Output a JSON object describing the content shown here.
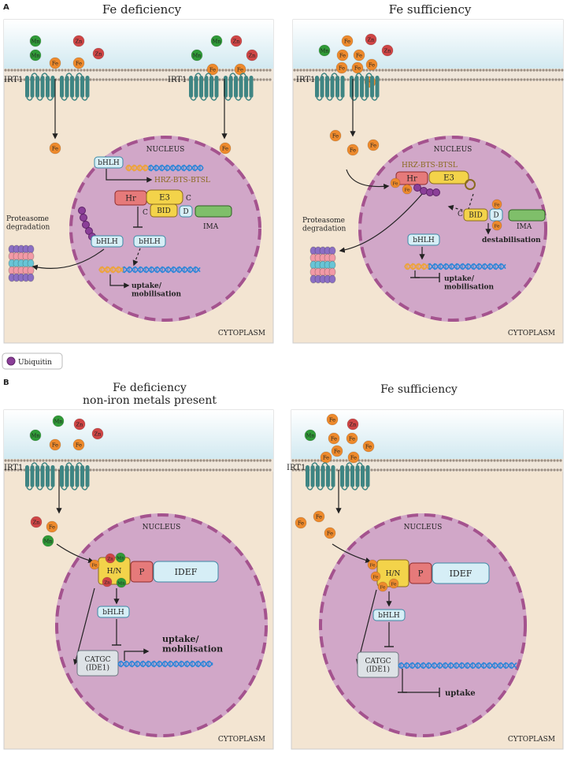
{
  "section_labels": {
    "a": "A",
    "b": "B"
  },
  "panels": {
    "a_left": {
      "title": "Fe deficiency",
      "ions": [
        "Mn",
        "Zn",
        "Mn",
        "Fe",
        "Zn",
        "Fe",
        "Mn",
        "Zn",
        "Mn",
        "Zn",
        "Fe",
        "Fe"
      ],
      "transporter": "IRT1",
      "inside_ion": "Fe",
      "nucleus": "NUCLEUS",
      "cytoplasm": "CYTOPLASM",
      "proteasome": "Proteasome\ndegradation",
      "bhlh_top": "bHLH",
      "hrz": "HRZ-BTS-BTSL",
      "hr": "Hr",
      "e3": "E3",
      "c1": "C",
      "c2": "C",
      "bid": "BID",
      "d": "D",
      "ima": "IMA",
      "bhlh_degraded": "bHLH",
      "bhlh_free": "bHLH",
      "uptake": "uptake/\nmobilisation"
    },
    "a_right": {
      "title": "Fe sufficiency",
      "ions": [
        "Fe",
        "Zn",
        "Mn",
        "Fe",
        "Fe",
        "Zn",
        "Fe",
        "Fe",
        "Fe",
        "Fe"
      ],
      "transporter": "IRT1",
      "inside_ions": [
        "Fe",
        "Fe",
        "Fe"
      ],
      "nucleus": "NUCLEUS",
      "cytoplasm": "CYTOPLASM",
      "proteasome": "Proteasome\ndegradation",
      "hrz": "HRZ-BTS-BTSL",
      "hr": "Hr",
      "e3": "E3",
      "fe_on_hr": [
        "Fe",
        "Fe"
      ],
      "c": "C",
      "bid": "BID",
      "d": "D",
      "fe_on_d": [
        "Fe",
        "Fe"
      ],
      "ima": "IMA",
      "destab": "destabilisation",
      "bhlh": "bHLH",
      "uptake": "uptake/\nmobilisation"
    },
    "legend": {
      "label": "Ubiquitin"
    },
    "b_left": {
      "title": "Fe deficiency\nnon-iron metals present",
      "ions": [
        "Mn",
        "Zn",
        "Zn",
        "Mn",
        "Fe",
        "Fe"
      ],
      "transporter": "IRT1",
      "inside_ions": [
        "Zn",
        "Fe",
        "Mn"
      ],
      "nucleus": "NUCLEUS",
      "cytoplasm": "CYTOPLASM",
      "hn": "H/N",
      "hn_ions": [
        "Fe",
        "Zn",
        "Mn",
        "Zn",
        "Mn"
      ],
      "p": "P",
      "idef": "IDEF",
      "bhlh": "bHLH",
      "catgc": "CATGC\n(IDE1)",
      "uptake": "uptake/\nmobilisation"
    },
    "b_right": {
      "title": "Fe sufficiency",
      "ions": [
        "Fe",
        "Zn",
        "Mn",
        "Fe",
        "Fe",
        "Fe",
        "Fe",
        "Fe",
        "Fe"
      ],
      "transporter": "IRT1",
      "inside_ions": [
        "Fe",
        "Fe",
        "Fe"
      ],
      "nucleus": "NUCLEUS",
      "cytoplasm": "CYTOPLASM",
      "hn": "H/N",
      "hn_ions": [
        "Fe",
        "Fe",
        "Fe",
        "Fe"
      ],
      "p": "P",
      "idef": "IDEF",
      "bhlh": "bHLH",
      "catgc": "CATGC\n(IDE1)",
      "uptake": "uptake"
    }
  },
  "colors": {
    "fe": "#ee8a2c",
    "zn": "#cf4545",
    "mn": "#2f9a37",
    "extracellular": "#d7ecf2",
    "cytoplasm": "#f3e5d2",
    "nucleus": "#d1a7c8",
    "nucleus_edge": "#a4538e",
    "irt1": "#3f8583",
    "ubiquitin": "#8b3f98",
    "bhlh_fill": "#d6eef6",
    "hr_fill": "#e67a7a",
    "e3_fill": "#f3d34a",
    "ima_fill": "#7fbf6a",
    "dna": "#2f86d8",
    "dna_motif": "#f1a43a"
  }
}
